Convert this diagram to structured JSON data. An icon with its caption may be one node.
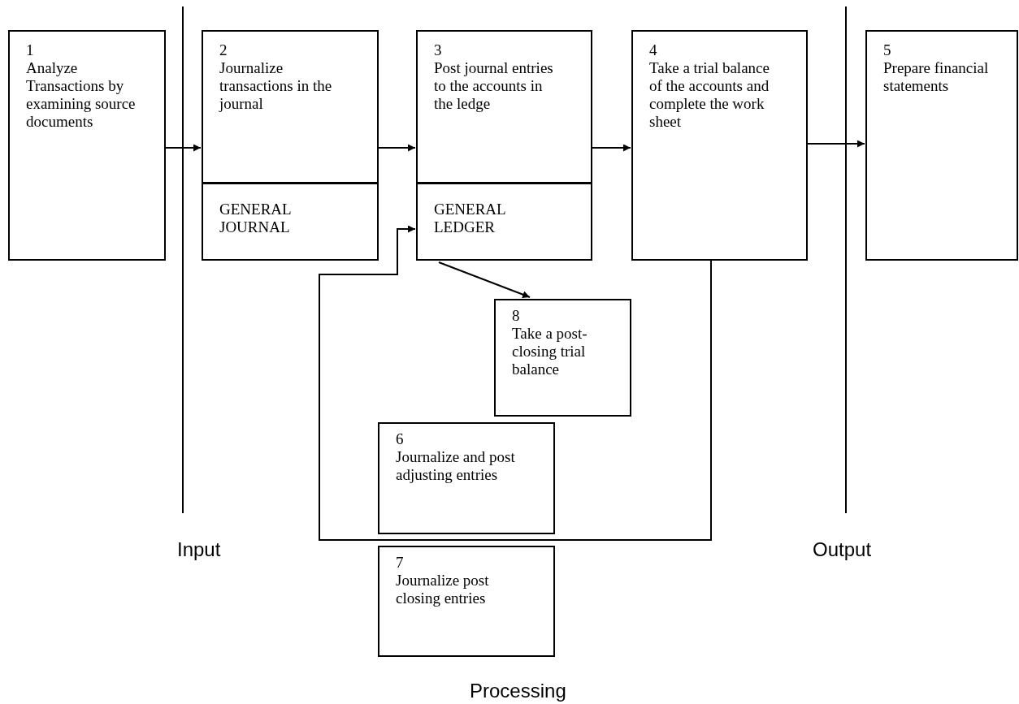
{
  "diagram": {
    "nodes": [
      {
        "text": [
          "1",
          "Analyze Transactions by examining source documents"
        ]
      },
      {
        "text": [
          "2",
          "Journalize transactions in the journal"
        ]
      },
      {
        "text": [
          "GENERAL JOURNAL"
        ]
      },
      {
        "text": [
          "3",
          "Post journal entries to the accounts in the ledge"
        ]
      },
      {
        "text": [
          "GENERAL LEDGER"
        ]
      },
      {
        "text": [
          "4",
          "Take a trial balance of the accounts and complete the work sheet"
        ]
      },
      {
        "text": [
          "5",
          "Prepare financial statements"
        ]
      },
      {
        "text": [
          "8",
          "Take a post-closing trial balance"
        ]
      },
      {
        "text": [
          "6",
          "Journalize and post adjusting entries"
        ]
      },
      {
        "text": [
          "7",
          "Journalize post closing entries"
        ]
      }
    ],
    "edges": [
      {
        "from": 0,
        "to": 1,
        "arrow": "to"
      },
      {
        "from": 1,
        "to": 3,
        "arrow": "to"
      },
      {
        "from": 3,
        "to": 5,
        "arrow": "to"
      },
      {
        "from": 5,
        "to": 6,
        "arrow": "to"
      },
      {
        "from": 5,
        "to": 4,
        "arrow": "to"
      },
      {
        "from": 4,
        "to": 7,
        "arrow": "to"
      }
    ],
    "labels": [
      "Input",
      "Output",
      "Processing"
    ]
  }
}
